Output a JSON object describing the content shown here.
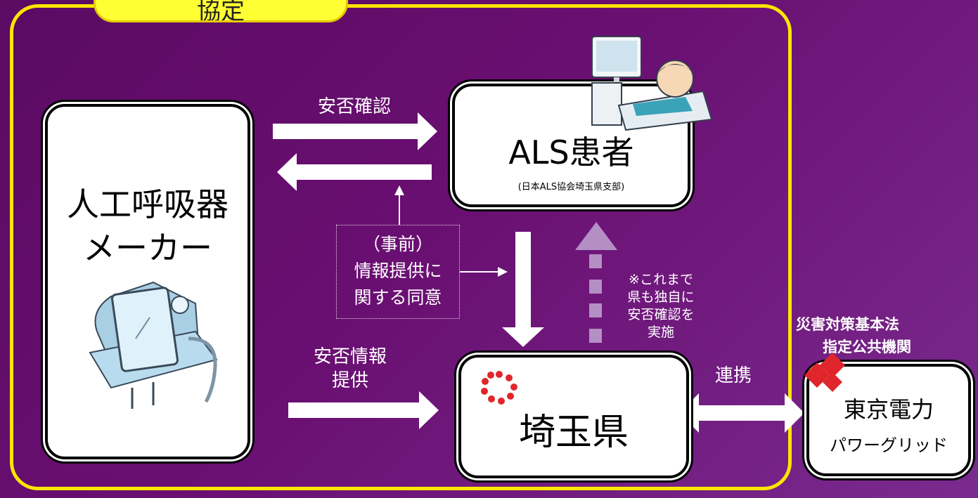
{
  "agreement_tab": {
    "label": "協定"
  },
  "maker": {
    "line1": "人工呼吸器",
    "line2": "メーカー"
  },
  "als": {
    "title": "ALS患者",
    "subtitle": "(日本ALS協会埼玉県支部)"
  },
  "saitama": {
    "title": "埼玉県"
  },
  "tepco": {
    "line1": "東京電力",
    "line2": "パワーグリッド"
  },
  "arrows": {
    "safety_check": "安否確認",
    "safety_info_l1": "安否情報",
    "safety_info_l2": "提供",
    "cooperation": "連携"
  },
  "consent": {
    "l1": "（事前）",
    "l2": "情報提供に",
    "l3": "関する同意"
  },
  "note": {
    "l1": "※これまで",
    "l2": "県も独自に",
    "l3": "安否確認を",
    "l4": "実施"
  },
  "disaster_law": {
    "l1": "災害対策基本法",
    "l2": "指定公共機関"
  },
  "colors": {
    "frame": "#ffe600",
    "background": "#5a0b62",
    "dashed_arrow": "#b48fc4"
  }
}
